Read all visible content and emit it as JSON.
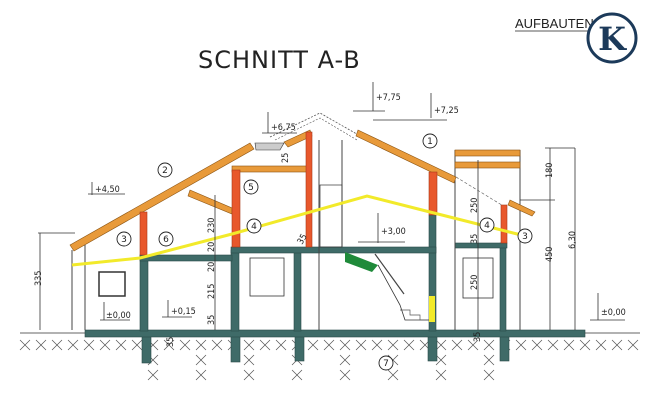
{
  "title": "SCHNITT A-B",
  "brand": {
    "text": "AUFBAUTEN",
    "logo_letter": "K",
    "logo_color": "#1c3a5a"
  },
  "colors": {
    "concrete": "#3f6b68",
    "post": "#e8582c",
    "timber": "#e89a3a",
    "insulation_line": "#f2ea2a",
    "stair": "#1f8a3a"
  },
  "elevations": [
    "+4,50",
    "+6,75",
    "+7,75",
    "+7,25",
    "+3,00",
    "±0,00",
    "+0,15",
    "±0,00"
  ],
  "dimensions": [
    "335",
    "25",
    "230",
    "20",
    "20",
    "215",
    "35",
    "35",
    "250",
    "35",
    "250",
    "180",
    "450",
    "6,30",
    "35",
    "35"
  ],
  "callouts": [
    "1",
    "2",
    "3",
    "3",
    "4",
    "4",
    "5",
    "6",
    "7"
  ]
}
